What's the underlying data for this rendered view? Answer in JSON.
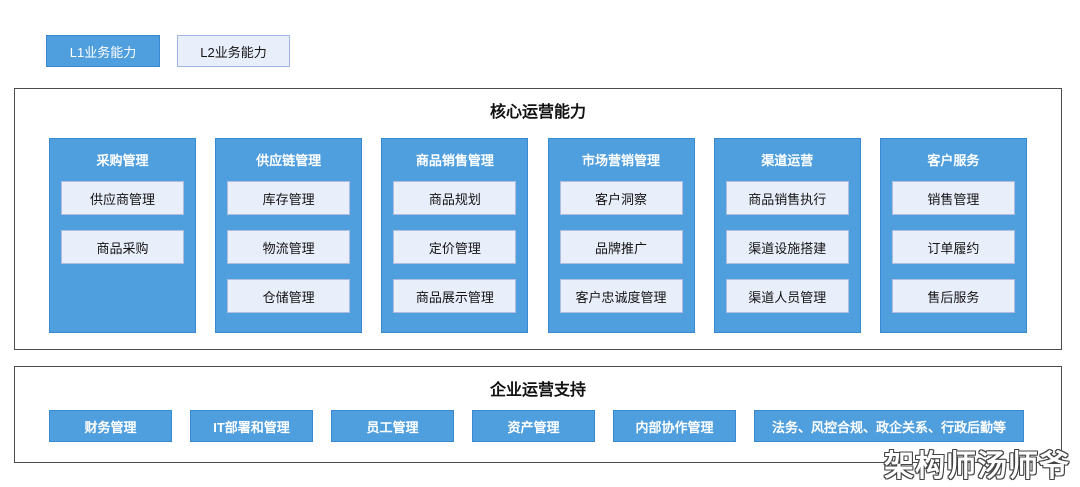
{
  "legend": {
    "l1": {
      "label": "L1业务能力"
    },
    "l2": {
      "label": "L2业务能力"
    }
  },
  "core": {
    "title": "核心运营能力",
    "columns": [
      {
        "title": "采购管理",
        "items": [
          "供应商管理",
          "商品采购"
        ]
      },
      {
        "title": "供应链管理",
        "items": [
          "库存管理",
          "物流管理",
          "仓储管理"
        ]
      },
      {
        "title": "商品销售管理",
        "items": [
          "商品规划",
          "定价管理",
          "商品展示管理"
        ]
      },
      {
        "title": "市场营销管理",
        "items": [
          "客户洞察",
          "品牌推广",
          "客户忠诚度管理"
        ]
      },
      {
        "title": "渠道运营",
        "items": [
          "商品销售执行",
          "渠道设施搭建",
          "渠道人员管理"
        ]
      },
      {
        "title": "客户服务",
        "items": [
          "销售管理",
          "订单履约",
          "售后服务"
        ]
      }
    ]
  },
  "support": {
    "title": "企业运营支持",
    "items": [
      "财务管理",
      "IT部署和管理",
      "员工管理",
      "资产管理",
      "内部协作管理",
      "法务、风控合规、政企关系、行政后勤等"
    ]
  },
  "watermark": {
    "text": "架构师汤师爷"
  },
  "colors": {
    "l1_fill": "#4f9edd",
    "l1_border": "#3889cf",
    "l2_fill": "#e9eefb",
    "l2_border": "#aebcdf",
    "container_border": "#4c4c4c",
    "title_text": "#111111",
    "l1_text": "#ffffff",
    "l2_text": "#141414",
    "watermark_fill": "#ffffff",
    "watermark_outline": "#434343"
  }
}
